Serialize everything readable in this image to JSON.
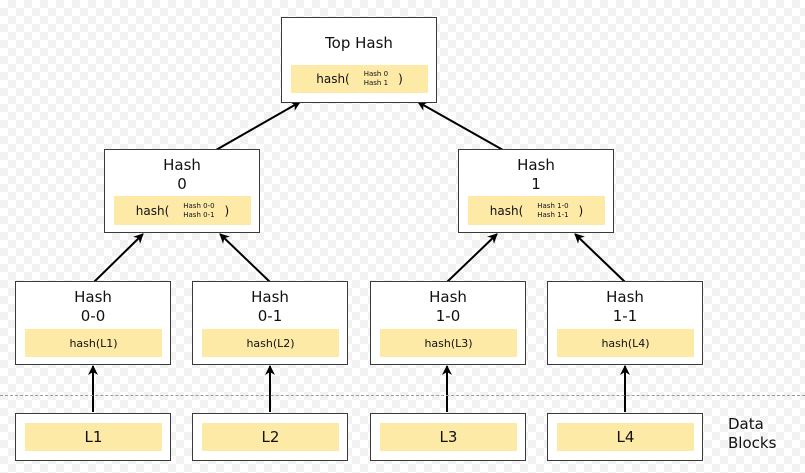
{
  "colors": {
    "node_border": "#3a3a3a",
    "inner_fill": "#fdeaa7",
    "arrow": "#000000"
  },
  "top": {
    "title": "Top Hash",
    "fn": "hash(",
    "arg1": "Hash 0",
    "arg2": "Hash 1",
    "close": ")"
  },
  "h0": {
    "title1": "Hash",
    "title2": "0",
    "fn": "hash(",
    "arg1": "Hash 0-0",
    "arg2": "Hash 0-1",
    "close": ")"
  },
  "h1": {
    "title1": "Hash",
    "title2": "1",
    "fn": "hash(",
    "arg1": "Hash 1-0",
    "arg2": "Hash 1-1",
    "close": ")"
  },
  "h00": {
    "title1": "Hash",
    "title2": "0-0",
    "inner": "hash(L1)"
  },
  "h01": {
    "title1": "Hash",
    "title2": "0-1",
    "inner": "hash(L2)"
  },
  "h10": {
    "title1": "Hash",
    "title2": "1-0",
    "inner": "hash(L3)"
  },
  "h11": {
    "title1": "Hash",
    "title2": "1-1",
    "inner": "hash(L4)"
  },
  "blocks": [
    "L1",
    "L2",
    "L3",
    "L4"
  ],
  "side_label": {
    "line1": "Data",
    "line2": "Blocks"
  }
}
